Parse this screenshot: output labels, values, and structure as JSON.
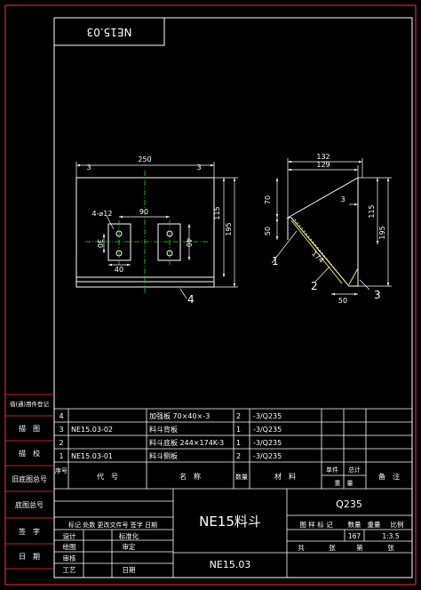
{
  "drawing": {
    "code_flipped": "NE15.03",
    "code_bottom": "NE15.03",
    "title": "NE15料斗",
    "material": "Q235"
  },
  "front_view": {
    "dim_overall": "250",
    "dim_left_edge": "3",
    "dim_right_edge": "3",
    "dim_hole_spacing": "90",
    "hole_callout": "4-⌀12",
    "dim_hole_vertical": "30",
    "dim_slot_width": "40",
    "dim_slot_height": "40",
    "dim_height_inner": "115",
    "dim_height_total": "195"
  },
  "side_view": {
    "dim_top_outer": "132",
    "dim_top_inner": "129",
    "dim_left_upper": "70",
    "dim_left_lower": "50",
    "dim_small": "3",
    "dim_diagonal": "174",
    "dim_bottom": "50",
    "dim_height_inner": "115",
    "dim_height_total": "195"
  },
  "balloons": [
    "1",
    "2",
    "3",
    "4"
  ],
  "side_labels": [
    "借(通)用件登记",
    "描　图",
    "描　校",
    "旧底图总号",
    "底图总号",
    "签　字",
    "日　期"
  ],
  "bom": {
    "rows": [
      {
        "no": "4",
        "code": "",
        "name": "加强板 70×40×-3",
        "qty": "2",
        "material": "-3/Q235"
      },
      {
        "no": "3",
        "code": "NE15.03-02",
        "name": "料斗背板",
        "qty": "1",
        "material": "-3/Q235"
      },
      {
        "no": "2",
        "code": "",
        "name": "料斗底板 244×174K-3",
        "qty": "1",
        "material": "-3/Q235"
      },
      {
        "no": "1",
        "code": "NE15.03-01",
        "name": "料斗侧板",
        "qty": "2",
        "material": "-3/Q235"
      }
    ],
    "headers": {
      "no": "序号",
      "code": "代　号",
      "name": "名　称",
      "qty": "数量",
      "material": "材　料",
      "unit_weight": "单件",
      "total_weight": "总计",
      "weight": "重　量",
      "remark": "备　注"
    }
  },
  "title_block": {
    "revision_header": "标记 处数 更改文件号 签字 日期",
    "roles_left": [
      "设计",
      "绘图",
      "审核",
      "工艺"
    ],
    "roles_right": [
      "标准化",
      "审定",
      "",
      "日期"
    ],
    "stage_header": "图 样 标 记",
    "weight_header": "数量",
    "weight2_header": "重量",
    "scale_header": "比例",
    "weight_value": "167",
    "scale_value": "1:3.5",
    "sheet_total": "共",
    "sheet_unit": "张",
    "sheet_no": "第",
    "sheet_unit2": "张"
  }
}
